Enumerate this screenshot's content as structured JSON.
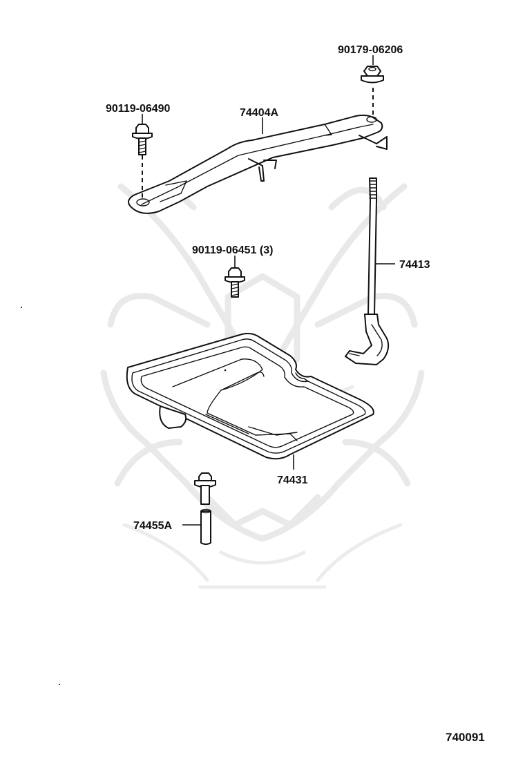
{
  "labels": {
    "nut_top": "90179-06206",
    "bolt_left": "90119-06490",
    "clamp": "74404A",
    "bolt_mid": "90119-06451 (3)",
    "rod": "74413",
    "tray": "74431",
    "bolt_pipe": "74455A"
  },
  "figure_number": "740091"
}
